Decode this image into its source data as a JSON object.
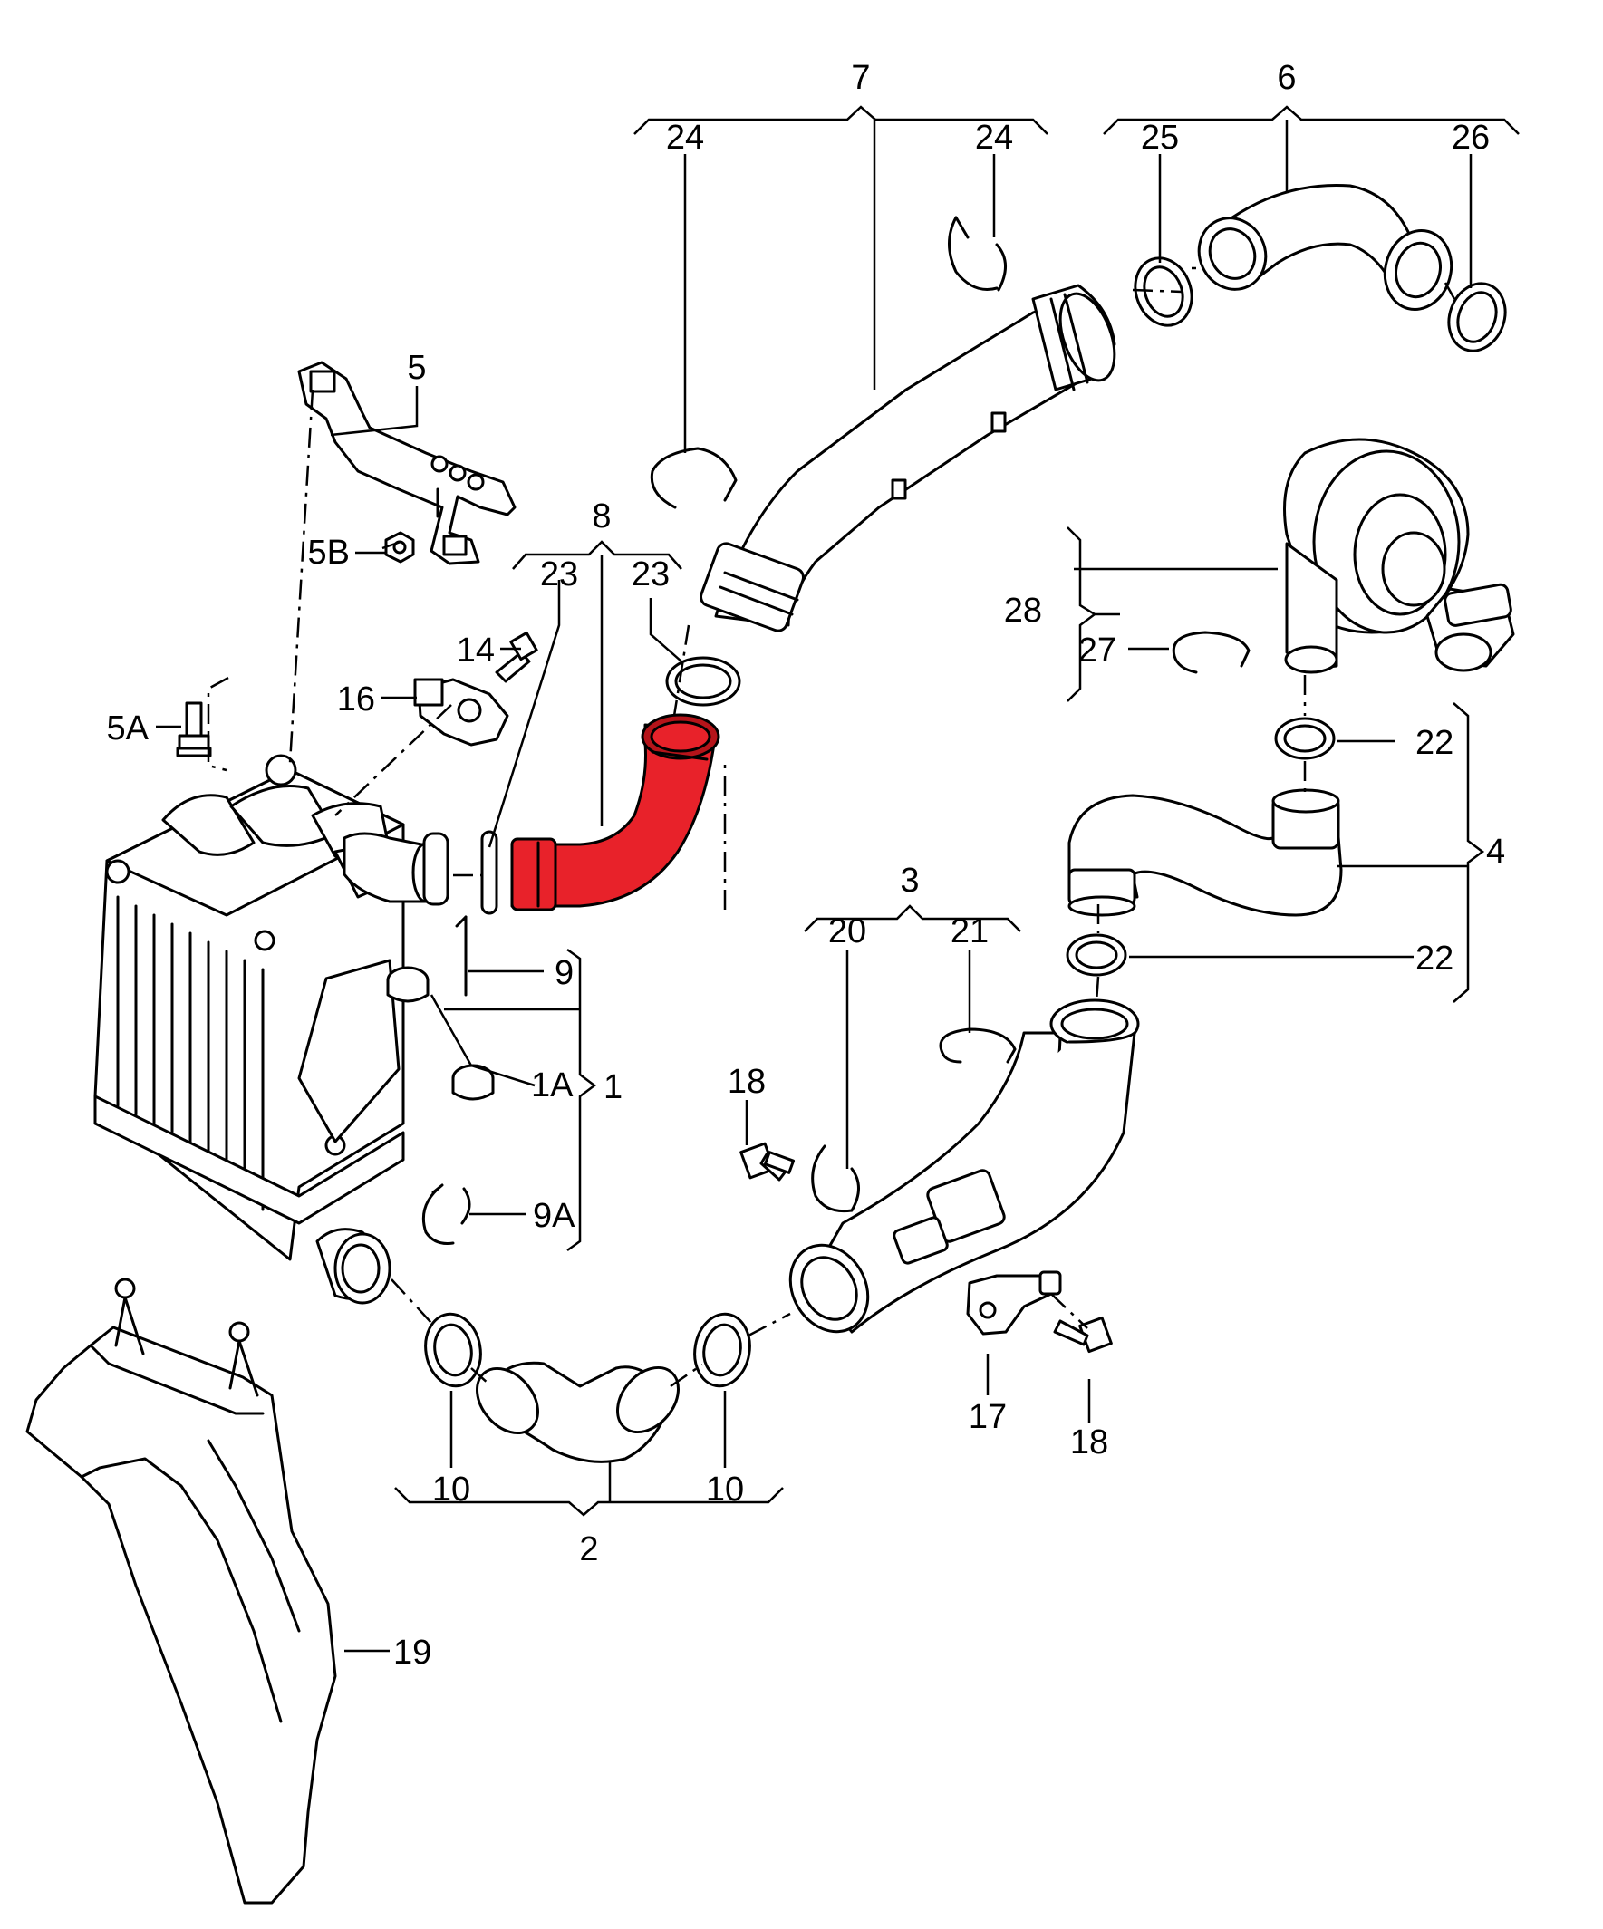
{
  "diagram": {
    "highlight_color": "#e8222a",
    "highlighted_part": "8",
    "callouts": [
      {
        "id": "c7",
        "text": "7"
      },
      {
        "id": "c6",
        "text": "6"
      },
      {
        "id": "c24a",
        "text": "24"
      },
      {
        "id": "c24b",
        "text": "24"
      },
      {
        "id": "c25",
        "text": "25"
      },
      {
        "id": "c26",
        "text": "26"
      },
      {
        "id": "c5",
        "text": "5"
      },
      {
        "id": "c5b",
        "text": "5B"
      },
      {
        "id": "c8",
        "text": "8"
      },
      {
        "id": "c23a",
        "text": "23"
      },
      {
        "id": "c23b",
        "text": "23"
      },
      {
        "id": "c28",
        "text": "28"
      },
      {
        "id": "c27",
        "text": "27"
      },
      {
        "id": "c14",
        "text": "14"
      },
      {
        "id": "c16",
        "text": "16"
      },
      {
        "id": "c5a",
        "text": "5A"
      },
      {
        "id": "c22a",
        "text": "22"
      },
      {
        "id": "c4",
        "text": "4"
      },
      {
        "id": "c3",
        "text": "3"
      },
      {
        "id": "c20",
        "text": "20"
      },
      {
        "id": "c21",
        "text": "21"
      },
      {
        "id": "c22b",
        "text": "22"
      },
      {
        "id": "c9",
        "text": "9"
      },
      {
        "id": "c1a",
        "text": "1A"
      },
      {
        "id": "c1",
        "text": "1"
      },
      {
        "id": "c18a",
        "text": "18"
      },
      {
        "id": "c9a",
        "text": "9A"
      },
      {
        "id": "c17",
        "text": "17"
      },
      {
        "id": "c18b",
        "text": "18"
      },
      {
        "id": "c10a",
        "text": "10"
      },
      {
        "id": "c10b",
        "text": "10"
      },
      {
        "id": "c2",
        "text": "2"
      },
      {
        "id": "c19",
        "text": "19"
      }
    ]
  }
}
